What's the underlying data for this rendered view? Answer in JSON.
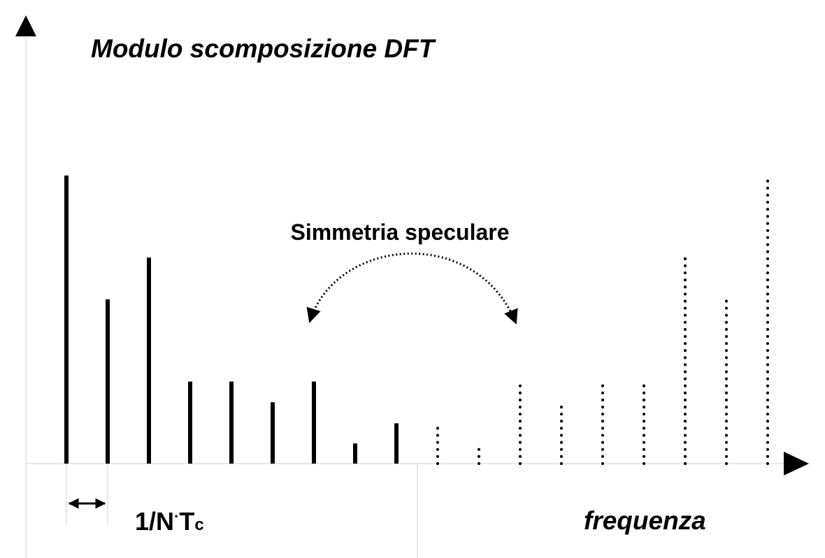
{
  "title": "Modulo scomposizione DFT",
  "annotation": "Simmetria speculare",
  "spacing_label": {
    "main": "1/N",
    "dot": "·",
    "symbol": "T",
    "subscript": "c"
  },
  "axis_label": "frequenza",
  "colors": {
    "ink": "#000000",
    "axis": "#cccccc",
    "background": "#ffffff"
  },
  "chart_data": {
    "type": "bar",
    "title": "Modulo scomposizione DFT",
    "xlabel": "frequenza",
    "ylabel": "",
    "ylim": [
      0,
      1
    ],
    "grid": false,
    "series": [
      {
        "style": "solid",
        "values": [
          1.0,
          0.57,
          0.715,
          0.285,
          0.285,
          0.213,
          0.285,
          0.07,
          0.14
        ]
      },
      {
        "style": "dotted",
        "values": [
          0.14,
          0.07,
          0.285,
          0.213,
          0.285,
          0.285,
          0.715,
          0.57,
          1.0
        ]
      }
    ]
  }
}
